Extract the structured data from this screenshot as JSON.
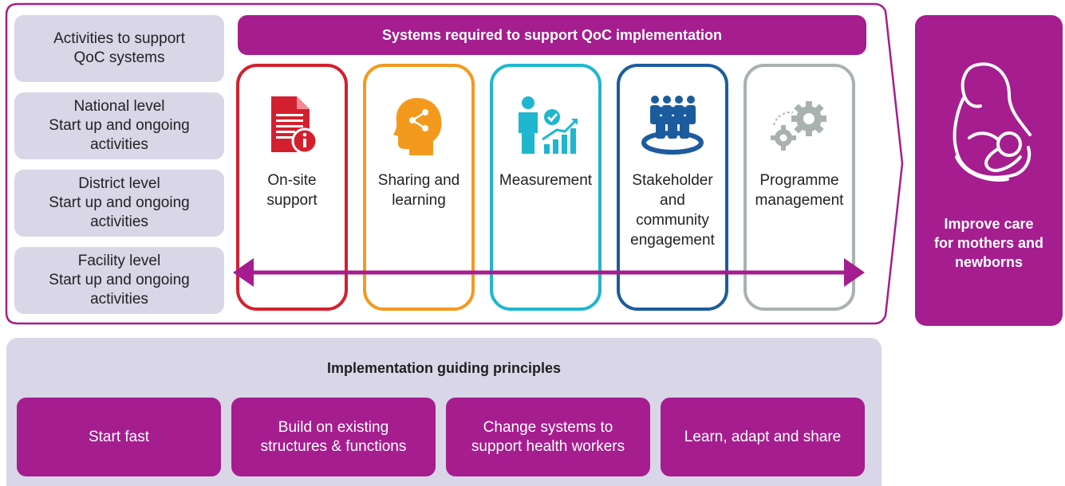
{
  "levels": [
    {
      "label": "Activities to support\nQoC systems"
    },
    {
      "label": "National level\nStart up and ongoing\nactivities"
    },
    {
      "label": "District level\nStart up and ongoing\nactivities"
    },
    {
      "label": "Facility level\nStart up and ongoing\nactivities"
    }
  ],
  "systems_header": "Systems required to support QoC implementation",
  "pillars": [
    {
      "label": "On-site\nsupport",
      "color": "#d3202f",
      "icon": "document-info-icon"
    },
    {
      "label": "Sharing and\nlearning",
      "color": "#f39a1e",
      "icon": "head-share-icon"
    },
    {
      "label": "Measurement",
      "color": "#1fb6cf",
      "icon": "person-growth-chart-icon"
    },
    {
      "label": "Stakeholder\nand\ncommunity\nengagement",
      "color": "#1c5c9e",
      "icon": "group-people-icon"
    },
    {
      "label": "Programme\nmanagement",
      "color": "#a9b1b1",
      "icon": "gears-icon"
    }
  ],
  "outcome": {
    "label": "Improve care\nfor mothers and\nnewborns",
    "icon": "mother-baby-icon"
  },
  "principles": {
    "title": "Implementation guiding principles",
    "items": [
      {
        "label": "Start fast"
      },
      {
        "label": "Build on existing\nstructures & functions"
      },
      {
        "label": "Change systems to\nsupport health workers"
      },
      {
        "label": "Learn, adapt and share"
      }
    ]
  },
  "colors": {
    "accent": "#a51d8f",
    "panel": "#d9d6e8"
  }
}
